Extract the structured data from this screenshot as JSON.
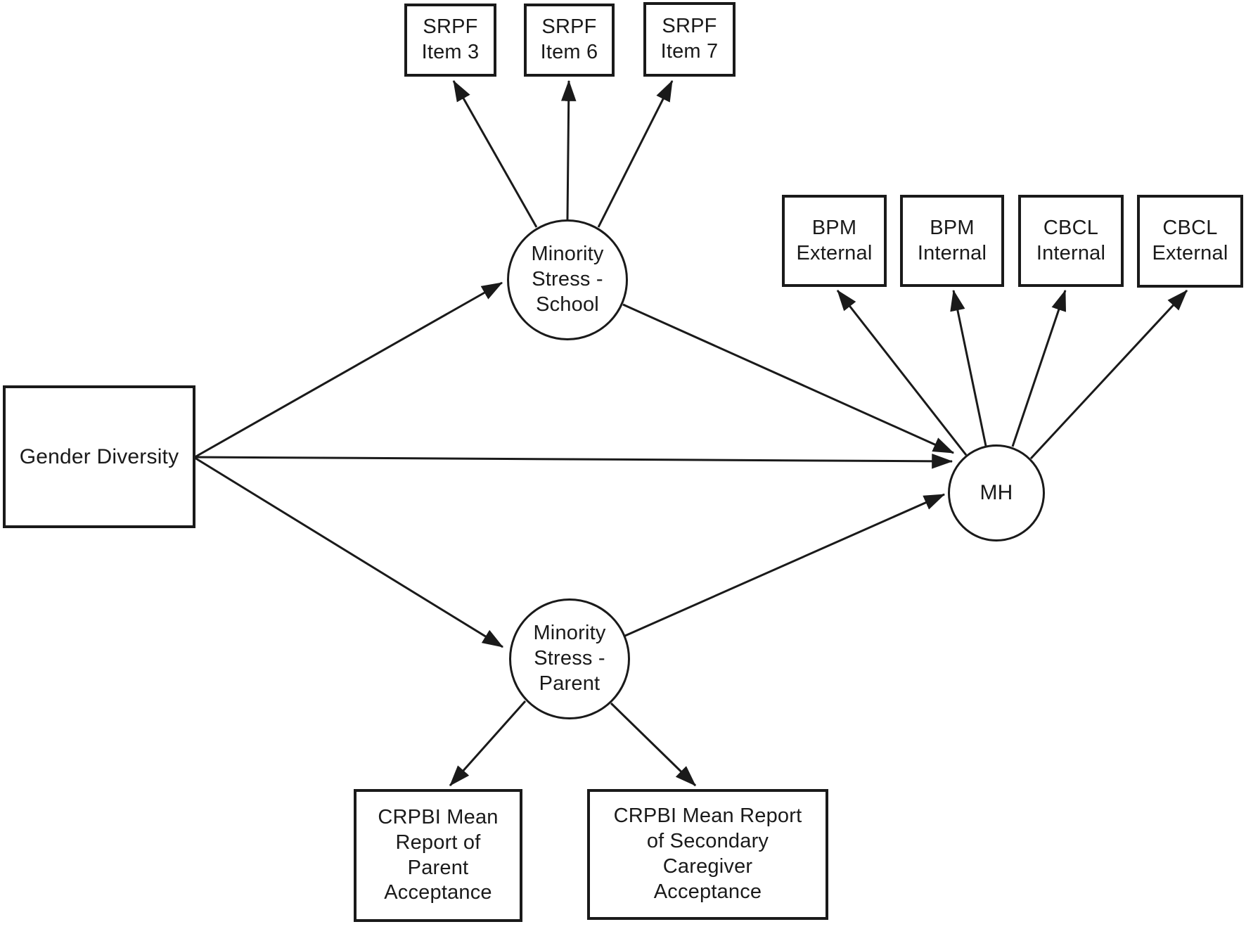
{
  "figure": {
    "type": "sem-path-diagram",
    "background_color": "#ffffff",
    "line_color": "#1a1a1a",
    "nodes": {
      "gender_diversity": {
        "label": "Gender Diversity",
        "shape": "rectangle"
      },
      "ms_school": {
        "label": "Minority\nStress -\nSchool",
        "shape": "circle"
      },
      "ms_parent": {
        "label": "Minority\nStress -\nParent",
        "shape": "circle"
      },
      "mh": {
        "label": "MH",
        "shape": "circle"
      },
      "srpf_item_3": {
        "label": "SRPF\nItem 3",
        "shape": "rectangle"
      },
      "srpf_item_6": {
        "label": "SRPF\nItem 6",
        "shape": "rectangle"
      },
      "srpf_item_7": {
        "label": "SRPF\nItem 7",
        "shape": "rectangle"
      },
      "bpm_external": {
        "label": "BPM\nExternal",
        "shape": "rectangle"
      },
      "bpm_internal": {
        "label": "BPM\nInternal",
        "shape": "rectangle"
      },
      "cbcl_internal": {
        "label": "CBCL\nInternal",
        "shape": "rectangle"
      },
      "cbcl_external": {
        "label": "CBCL\nExternal",
        "shape": "rectangle"
      },
      "crpbi_parent": {
        "label": "CRPBI Mean\nReport of\nParent\nAcceptance",
        "shape": "rectangle"
      },
      "crpbi_secondary": {
        "label": "CRPBI Mean Report\nof Secondary\nCaregiver\nAcceptance",
        "shape": "rectangle"
      }
    },
    "edges": [
      {
        "id": "gd-ms_school",
        "from": "gender_diversity",
        "to": "ms_school"
      },
      {
        "id": "gd-mh",
        "from": "gender_diversity",
        "to": "mh"
      },
      {
        "id": "gd-ms_parent",
        "from": "gender_diversity",
        "to": "ms_parent"
      },
      {
        "id": "ms_school-srpf_item_3",
        "from": "ms_school",
        "to": "srpf_item_3"
      },
      {
        "id": "ms_school-srpf_item_6",
        "from": "ms_school",
        "to": "srpf_item_6"
      },
      {
        "id": "ms_school-srpf_item_7",
        "from": "ms_school",
        "to": "srpf_item_7"
      },
      {
        "id": "ms_school-mh",
        "from": "ms_school",
        "to": "mh"
      },
      {
        "id": "ms_parent-mh",
        "from": "ms_parent",
        "to": "mh"
      },
      {
        "id": "mh-bpm_external",
        "from": "mh",
        "to": "bpm_external"
      },
      {
        "id": "mh-bpm_internal",
        "from": "mh",
        "to": "bpm_internal"
      },
      {
        "id": "mh-cbcl_internal",
        "from": "mh",
        "to": "cbcl_internal"
      },
      {
        "id": "mh-cbcl_external",
        "from": "mh",
        "to": "cbcl_external"
      },
      {
        "id": "ms_parent-crpbi_parent",
        "from": "ms_parent",
        "to": "crpbi_parent"
      },
      {
        "id": "ms_parent-crpbi_secondary",
        "from": "ms_parent",
        "to": "crpbi_secondary"
      }
    ]
  }
}
